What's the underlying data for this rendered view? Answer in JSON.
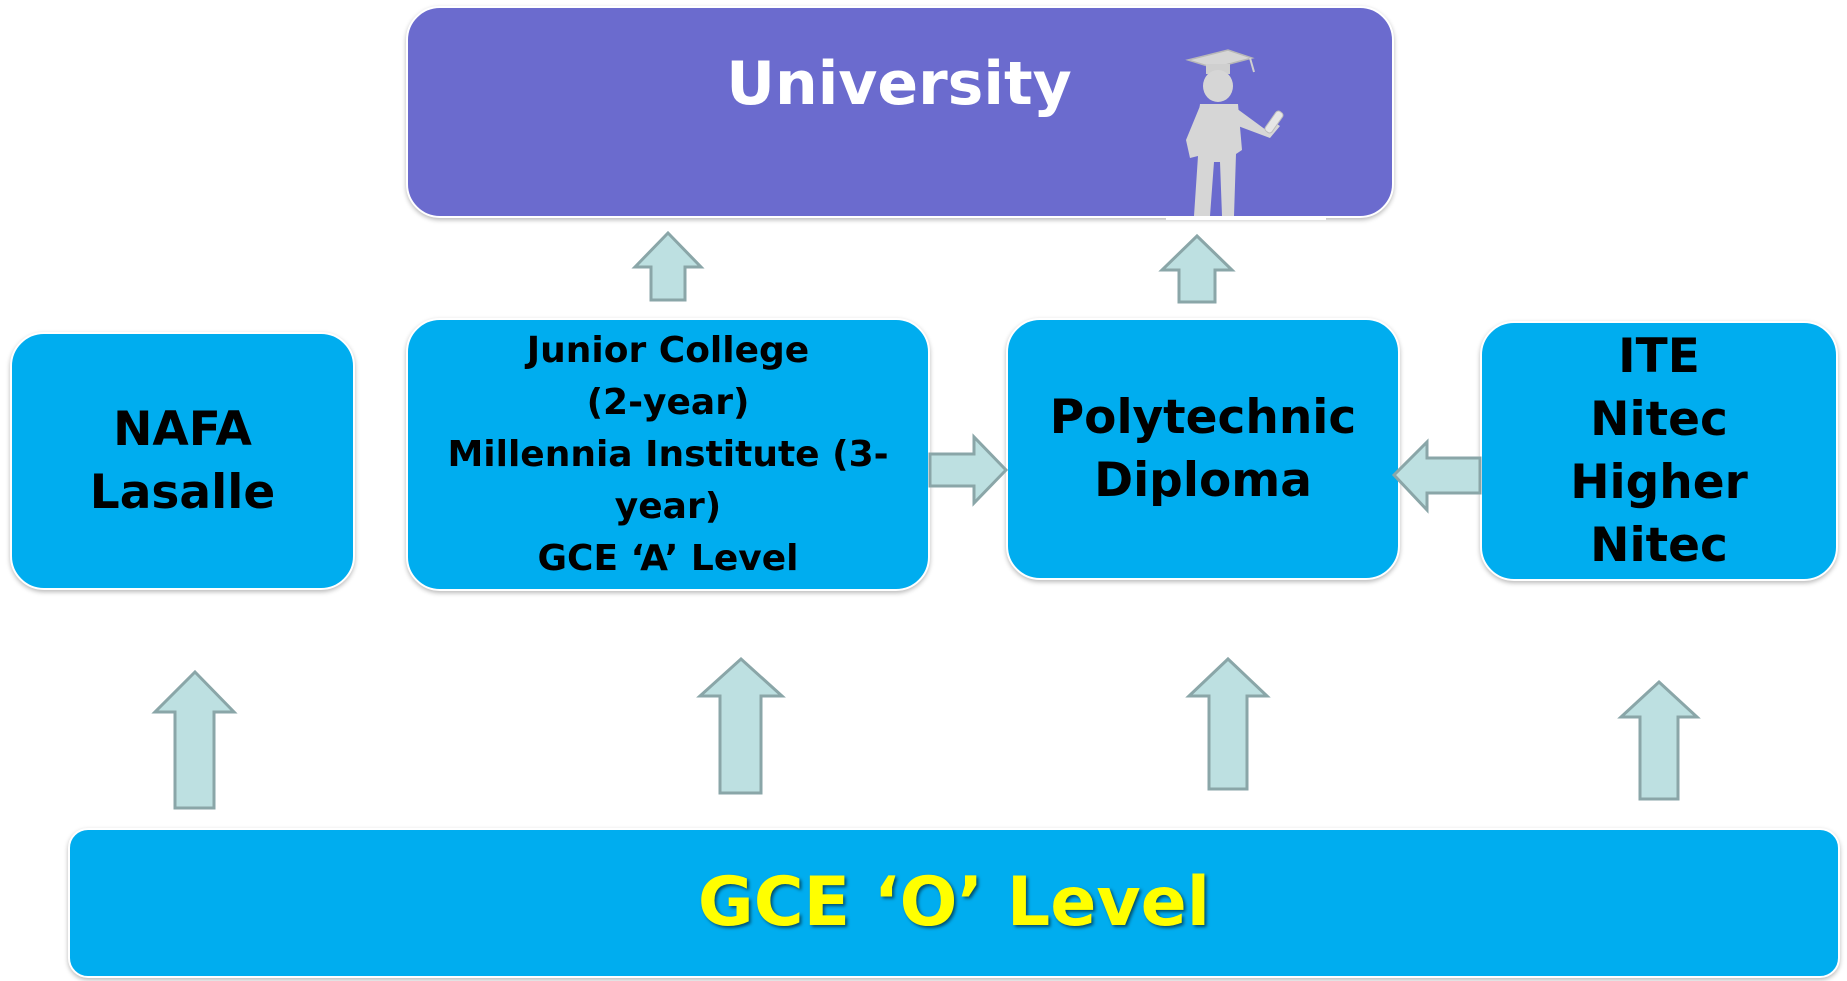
{
  "diagram": {
    "university": {
      "label": "University"
    },
    "nafa": {
      "lines": [
        "NAFA",
        "Lasalle"
      ]
    },
    "junior_college": {
      "lines": [
        "Junior College",
        "(2-year)",
        "Millennia Institute (3-",
        "year)",
        "GCE ‘A’ Level"
      ]
    },
    "polytechnic": {
      "lines": [
        "Polytechnic",
        "Diploma"
      ]
    },
    "ite": {
      "lines": [
        "ITE",
        "Nitec",
        "Higher",
        "Nitec"
      ]
    },
    "o_level": {
      "label": "GCE ‘O’ Level"
    },
    "icons": {
      "graduate": "graduate-figure-icon",
      "arrow": "block-arrow-icon"
    },
    "colors": {
      "box_blue": "#00adef",
      "university_purple": "#6b6bce",
      "o_level_text": "#ffff00",
      "arrow_fill": "#bde0e1",
      "arrow_stroke": "#8aa6a8"
    }
  }
}
